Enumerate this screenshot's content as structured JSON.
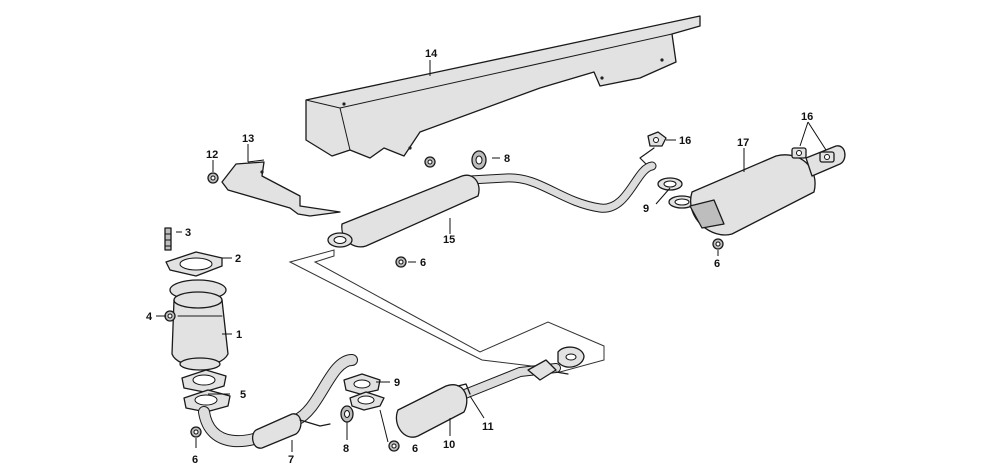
{
  "callouts": [
    {
      "id": "c1",
      "text": "1"
    },
    {
      "id": "c2",
      "text": "2"
    },
    {
      "id": "c3",
      "text": "3"
    },
    {
      "id": "c4",
      "text": "4"
    },
    {
      "id": "c5",
      "text": "5"
    },
    {
      "id": "c6a",
      "text": "6"
    },
    {
      "id": "c6b",
      "text": "6"
    },
    {
      "id": "c6c",
      "text": "6"
    },
    {
      "id": "c6d",
      "text": "6"
    },
    {
      "id": "c7",
      "text": "7"
    },
    {
      "id": "c8a",
      "text": "8"
    },
    {
      "id": "c8b",
      "text": "8"
    },
    {
      "id": "c9a",
      "text": "9"
    },
    {
      "id": "c9b",
      "text": "9"
    },
    {
      "id": "c10",
      "text": "10"
    },
    {
      "id": "c11",
      "text": "11"
    },
    {
      "id": "c12",
      "text": "12"
    },
    {
      "id": "c13",
      "text": "13"
    },
    {
      "id": "c14",
      "text": "14"
    },
    {
      "id": "c15",
      "text": "15"
    },
    {
      "id": "c16a",
      "text": "16"
    },
    {
      "id": "c16b",
      "text": "16"
    },
    {
      "id": "c17",
      "text": "17"
    }
  ]
}
